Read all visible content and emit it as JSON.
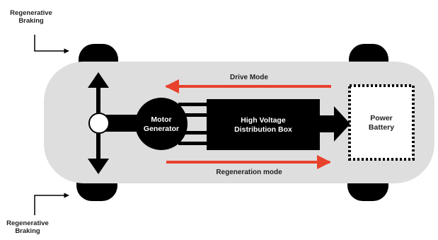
{
  "callouts": {
    "top": {
      "line1": "Regenerative",
      "line2": "Braking"
    },
    "bottom": {
      "line1": "Regenerative",
      "line2": "Braking"
    }
  },
  "motor_generator": {
    "line1": "Motor",
    "line2": "Generator"
  },
  "distribution_box": {
    "line1": "High Voltage",
    "line2": "Distribution Box"
  },
  "battery": {
    "line1": "Power",
    "line2": "Battery"
  },
  "flows": {
    "drive": {
      "label": "Drive Mode"
    },
    "regen": {
      "label": "Regeneration mode"
    }
  },
  "colors": {
    "body": "#dedede",
    "component": "#000000",
    "arrow_red": "#e8412c",
    "text_dark": "#222222",
    "text_light": "#ffffff"
  }
}
